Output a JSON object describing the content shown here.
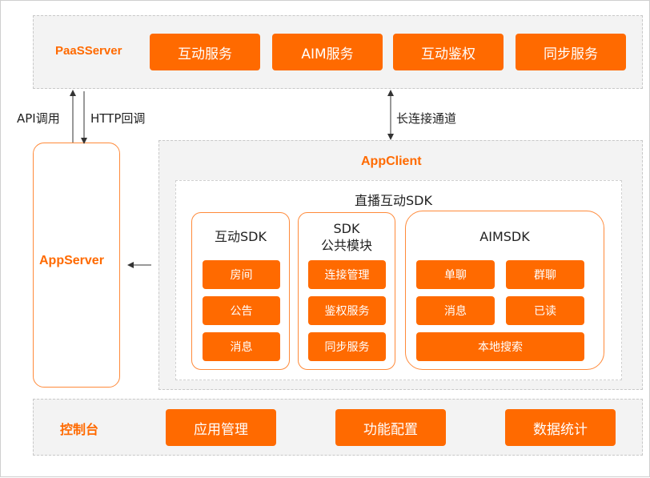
{
  "paas": {
    "label": "PaaSServer",
    "services": [
      "互动服务",
      "AIM服务",
      "互动鉴权",
      "同步服务"
    ]
  },
  "links": {
    "api_call": "API调用",
    "http_callback": "HTTP回调",
    "long_connection": "长连接通道"
  },
  "appserver": {
    "label": "AppServer"
  },
  "appclient": {
    "label": "AppClient",
    "sdk_title": "直播互动SDK",
    "interactive_sdk": {
      "title": "互动SDK",
      "items": [
        "房间",
        "公告",
        "消息"
      ]
    },
    "common_sdk": {
      "title_line1": "SDK",
      "title_line2": "公共模块",
      "items": [
        "连接管理",
        "鉴权服务",
        "同步服务"
      ]
    },
    "aim_sdk": {
      "title": "AIMSDK",
      "items": [
        "单聊",
        "群聊",
        "消息",
        "已读"
      ],
      "wide_item": "本地搜索"
    }
  },
  "console": {
    "label": "控制台",
    "items": [
      "应用管理",
      "功能配置",
      "数据统计"
    ]
  },
  "colors": {
    "accent": "#ff6a00",
    "region_bg": "#f3f3f3"
  }
}
